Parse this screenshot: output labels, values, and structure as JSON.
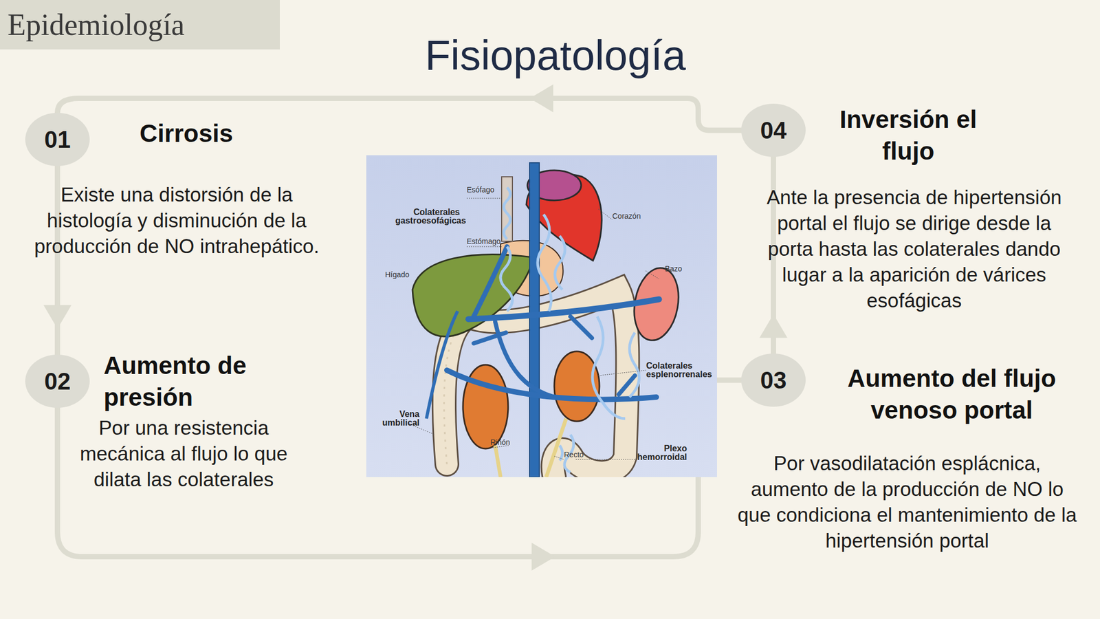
{
  "diagram": {
    "title": "Fisiopatología",
    "nodes": [
      {
        "text": [
          "Epidemiología"
        ]
      },
      {
        "text": [
          "01",
          "Cirrosis",
          "Existe una distorsión de la histología y disminución de la producción de NO intrahepático."
        ]
      },
      {
        "text": [
          "02",
          "Aumento de presión",
          "Por una resistencia mecánica al flujo lo que dilata las colaterales"
        ]
      },
      {
        "text": [
          "03",
          "Aumento del flujo venoso portal",
          "Por vasodilatación esplácnica, aumento de la producción de NO lo que condiciona el mantenimiento de la hipertensión portal"
        ]
      },
      {
        "text": [
          "04",
          "Inversión el flujo",
          "Ante la presencia de hipertensión portal el flujo se dirige desde la porta hasta las colaterales dando lugar a la aparición de várices esofágicas"
        ]
      }
    ],
    "edges": [
      {
        "from": 1,
        "to": 2,
        "arrow": "to"
      },
      {
        "from": 2,
        "to": 3,
        "arrow": "to"
      },
      {
        "from": 3,
        "to": 4,
        "arrow": "to"
      },
      {
        "from": 4,
        "to": 1,
        "arrow": "to"
      }
    ],
    "labels": [
      "Esófago",
      "Colaterales gastroesofágicas",
      "Estómago",
      "Hígado",
      "Corazón",
      "Bazo",
      "Colaterales esplenorrenales",
      "Vena umbilical",
      "Riñón",
      "Recto",
      "Plexo hemorroidal"
    ]
  }
}
